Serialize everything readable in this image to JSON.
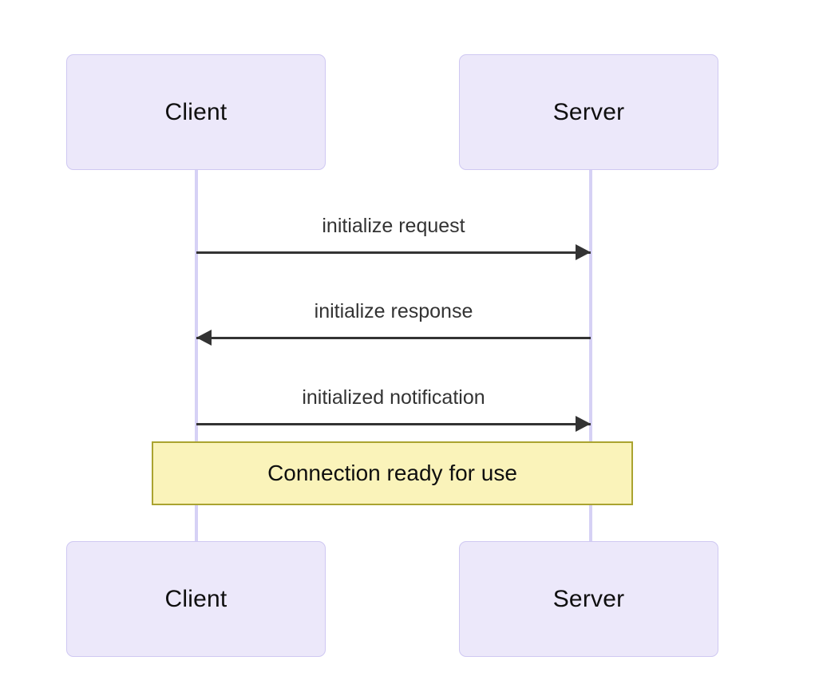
{
  "diagram": {
    "type": "sequence-diagram",
    "background_color": "#ffffff",
    "participants": [
      {
        "id": "client",
        "label": "Client"
      },
      {
        "id": "server",
        "label": "Server"
      }
    ],
    "participant_style": {
      "fill": "#ece8fa",
      "border": "#cfc8f2",
      "text_color": "#0f0f0f"
    },
    "lifeline_color": "#d6d1f5",
    "messages": [
      {
        "id": "initialize-request",
        "label": "initialize request",
        "from": "client",
        "to": "server",
        "direction": "right",
        "line_color": "#333333"
      },
      {
        "id": "initialize-response",
        "label": "initialize response",
        "from": "server",
        "to": "client",
        "direction": "left",
        "line_color": "#333333"
      },
      {
        "id": "initialized-notification",
        "label": "initialized notification",
        "from": "client",
        "to": "server",
        "direction": "right",
        "line_color": "#333333"
      }
    ],
    "note": {
      "id": "connection-ready",
      "label": "Connection ready for use",
      "fill": "#faf3ba",
      "border": "#aaa330",
      "text_color": "#0f0f0f"
    }
  }
}
